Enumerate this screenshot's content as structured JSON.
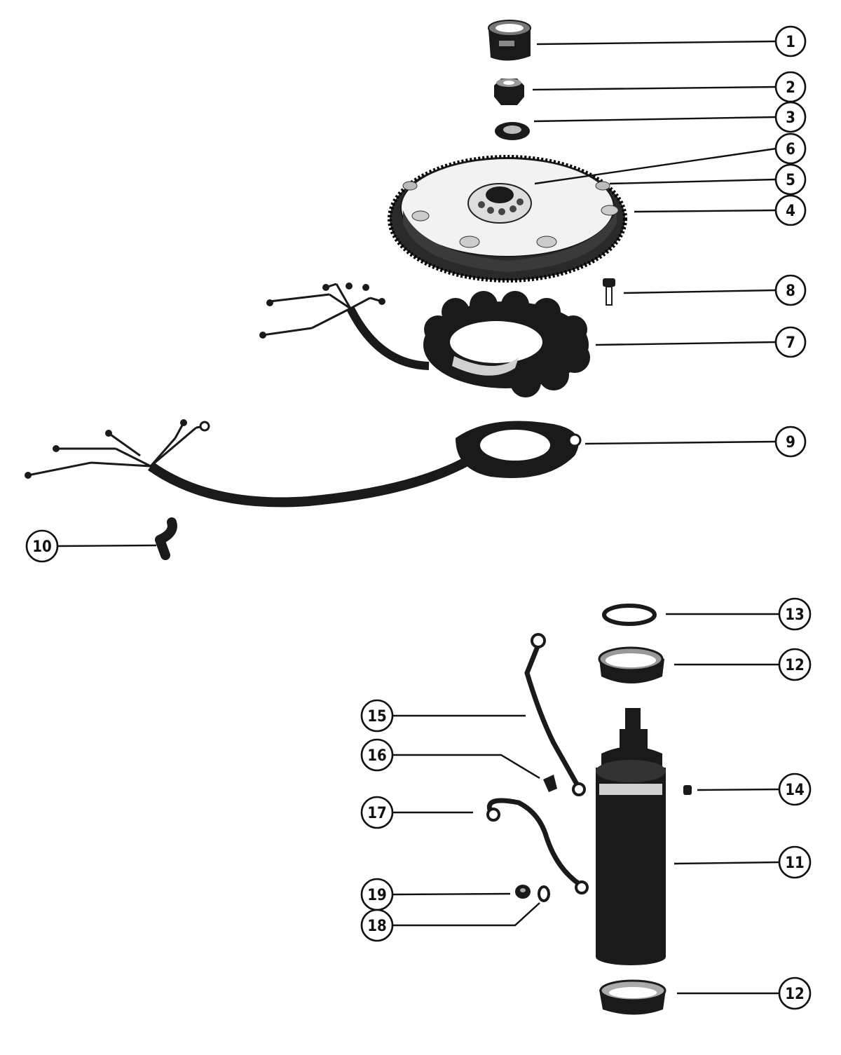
{
  "callouts": [
    {
      "id": "c1",
      "label": "1"
    },
    {
      "id": "c2",
      "label": "2"
    },
    {
      "id": "c3",
      "label": "3"
    },
    {
      "id": "c6",
      "label": "6"
    },
    {
      "id": "c5",
      "label": "5"
    },
    {
      "id": "c4",
      "label": "4"
    },
    {
      "id": "c8",
      "label": "8"
    },
    {
      "id": "c7",
      "label": "7"
    },
    {
      "id": "c9",
      "label": "9"
    },
    {
      "id": "c10",
      "label": "10"
    },
    {
      "id": "c13",
      "label": "13"
    },
    {
      "id": "c12a",
      "label": "12"
    },
    {
      "id": "c15",
      "label": "15"
    },
    {
      "id": "c16",
      "label": "16"
    },
    {
      "id": "c14",
      "label": "14"
    },
    {
      "id": "c17",
      "label": "17"
    },
    {
      "id": "c11",
      "label": "11"
    },
    {
      "id": "c19",
      "label": "19"
    },
    {
      "id": "c18",
      "label": "18"
    },
    {
      "id": "c12b",
      "label": "12"
    }
  ]
}
